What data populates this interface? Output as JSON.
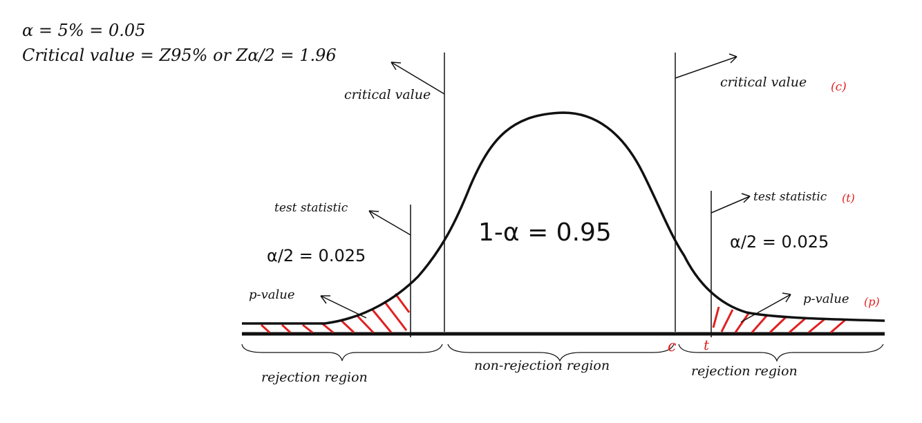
{
  "header": {
    "alpha_line": "α = 5% = 0.05",
    "critical_line": "Critical value = Z95% or Zα/2 = 1.96"
  },
  "labels": {
    "critical_value_left": "critical value",
    "critical_value_right": "critical value",
    "critical_value_right_tag": "(c)",
    "test_statistic_left": "test statistic",
    "test_statistic_right": "test statistic",
    "test_statistic_right_tag": "(t)",
    "center_area": "1-α = 0.95",
    "left_tail_area": "α/2 = 0.025",
    "right_tail_area": "α/2 = 0.025",
    "p_value_left": "p-value",
    "p_value_right": "p-value",
    "p_value_right_tag": "(p)",
    "axis_mark_c": "c",
    "axis_mark_t": "t",
    "region_left": "rejection region",
    "region_center": "non-rejection region",
    "region_right": "rejection region"
  },
  "colors": {
    "ink": "#111111",
    "accent": "#e02020"
  }
}
